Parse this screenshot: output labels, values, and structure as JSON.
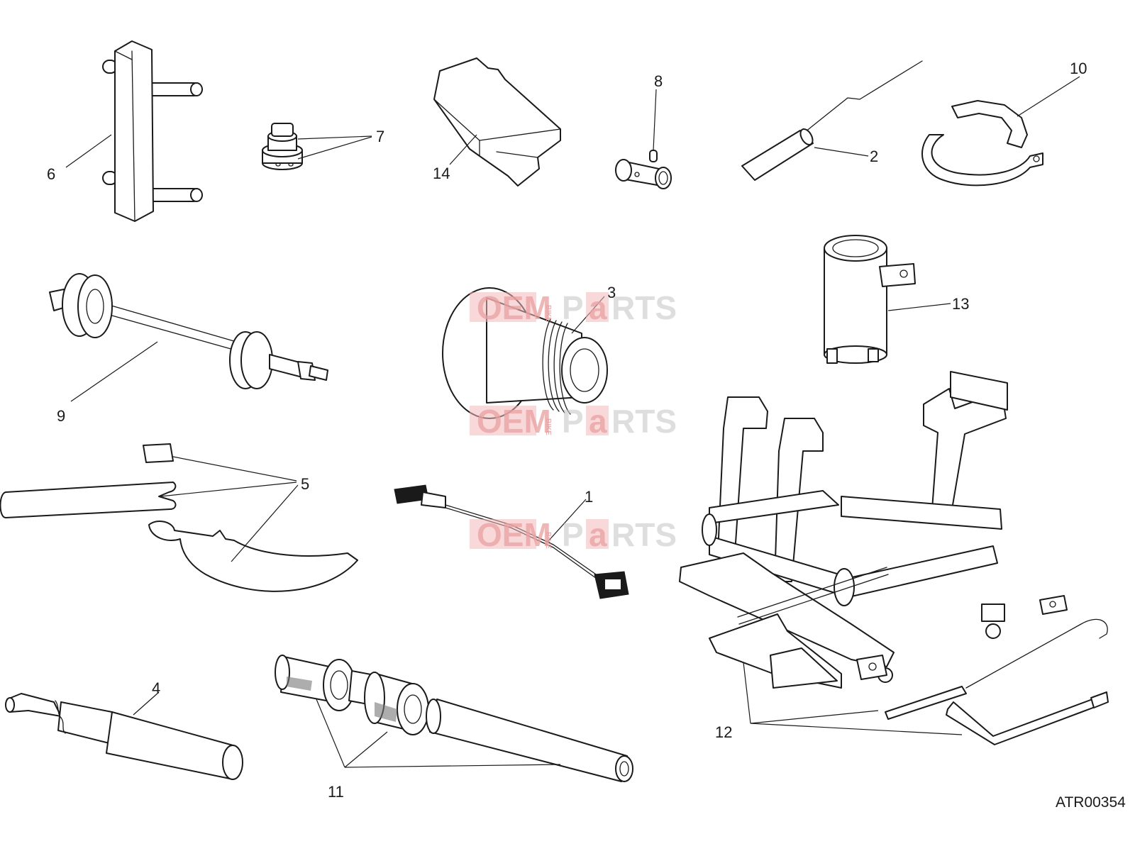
{
  "diagram": {
    "reference_code": "ATR00354",
    "callouts": [
      {
        "id": "1",
        "label": "1"
      },
      {
        "id": "2",
        "label": "2"
      },
      {
        "id": "3",
        "label": "3"
      },
      {
        "id": "4",
        "label": "4"
      },
      {
        "id": "5",
        "label": "5"
      },
      {
        "id": "6",
        "label": "6"
      },
      {
        "id": "7",
        "label": "7"
      },
      {
        "id": "8",
        "label": "8"
      },
      {
        "id": "9",
        "label": "9"
      },
      {
        "id": "10",
        "label": "10"
      },
      {
        "id": "11",
        "label": "11"
      },
      {
        "id": "12",
        "label": "12"
      },
      {
        "id": "13",
        "label": "13"
      },
      {
        "id": "14",
        "label": "14"
      }
    ]
  },
  "watermark": {
    "oem": "OEM",
    "bike": "BIKE",
    "p": "P",
    "a": "a",
    "rts": "RTS",
    "color": "#e8a0a0"
  }
}
